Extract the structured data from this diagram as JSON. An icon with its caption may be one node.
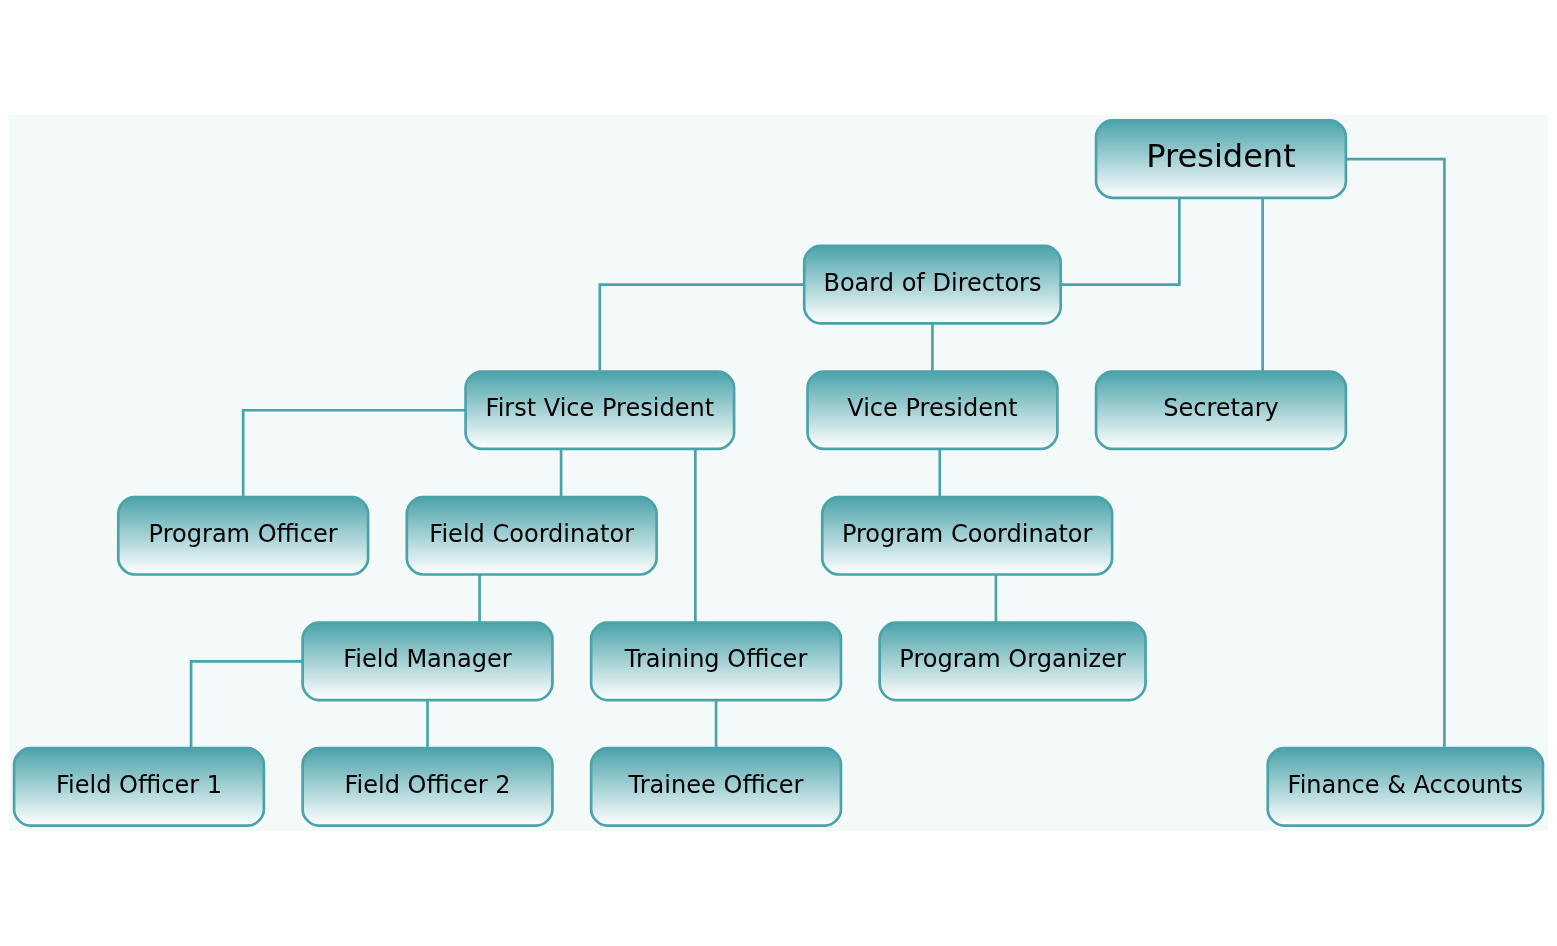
{
  "diagram": {
    "nodes": [
      {
        "text": [
          "President"
        ]
      },
      {
        "text": [
          "Board of Directors"
        ]
      },
      {
        "text": [
          "First Vice President"
        ]
      },
      {
        "text": [
          "Vice President"
        ]
      },
      {
        "text": [
          "Secretary"
        ]
      },
      {
        "text": [
          "Program Officer"
        ]
      },
      {
        "text": [
          "Field Coordinator"
        ]
      },
      {
        "text": [
          "Program Coordinator"
        ]
      },
      {
        "text": [
          "Training Officer"
        ]
      },
      {
        "text": [
          "Field Manager"
        ]
      },
      {
        "text": [
          "Program Organizer"
        ]
      },
      {
        "text": [
          "Trainee Officer"
        ]
      },
      {
        "text": [
          "Field Officer 1"
        ]
      },
      {
        "text": [
          "Field Officer 2"
        ]
      },
      {
        "text": [
          "Finance & Accounts"
        ]
      }
    ],
    "edges": [
      {
        "from": 0,
        "to": 1,
        "arrow": "none"
      },
      {
        "from": 0,
        "to": 4,
        "arrow": "none"
      },
      {
        "from": 0,
        "to": 14,
        "arrow": "none"
      },
      {
        "from": 1,
        "to": 2,
        "arrow": "none"
      },
      {
        "from": 1,
        "to": 3,
        "arrow": "none"
      },
      {
        "from": 2,
        "to": 5,
        "arrow": "none"
      },
      {
        "from": 2,
        "to": 8,
        "arrow": "none"
      },
      {
        "from": 2,
        "to": 6,
        "arrow": "none"
      },
      {
        "from": 3,
        "to": 7,
        "arrow": "none"
      },
      {
        "from": 7,
        "to": 10,
        "arrow": "none"
      },
      {
        "from": 6,
        "to": 9,
        "arrow": "none"
      },
      {
        "from": 8,
        "to": 11,
        "arrow": "none"
      },
      {
        "from": 9,
        "to": 12,
        "arrow": "none"
      },
      {
        "from": 9,
        "to": 13,
        "arrow": "none"
      }
    ]
  }
}
